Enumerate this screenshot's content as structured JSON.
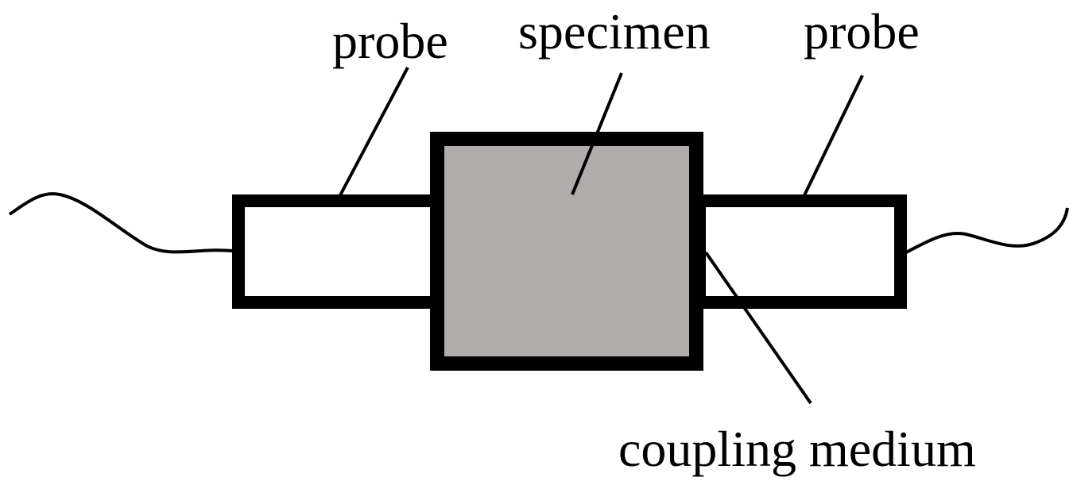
{
  "labels": {
    "probe_left": "probe",
    "specimen": "specimen",
    "probe_right": "probe",
    "coupling_medium": "coupling medium"
  },
  "colors": {
    "stroke": "#000000",
    "specimen_fill": "#b0acab",
    "probe_fill": "#ffffff",
    "background": "#ffffff"
  }
}
